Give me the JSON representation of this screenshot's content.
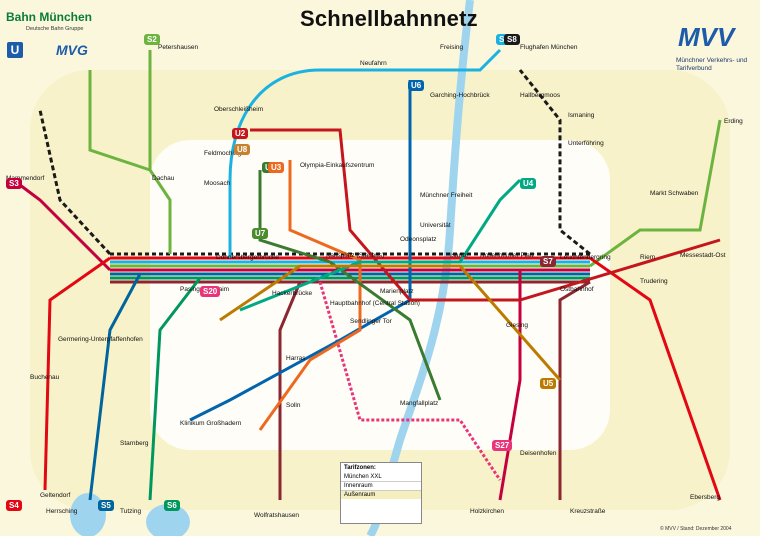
{
  "title": "Schnellbahnnetz",
  "brand": {
    "sbahn": "Bahn München",
    "sbahn_sub": "Deutsche Bahn Gruppe",
    "ubahn": "U",
    "mvg": "MVG",
    "mvv": "MVV",
    "mvv_sub": "Münchner Verkehrs- und Tarifverbund"
  },
  "legend": {
    "title": "Tarifzonen:",
    "muenchen": "München XXL",
    "inner": "Innenraum",
    "outer": "Außenraum"
  },
  "footer": "© MVV / Stand: Dezember 2004",
  "colors": {
    "S1": "#1bb2e1",
    "S2": "#6db33f",
    "S3": "#c5003e",
    "S4": "#e30613",
    "S5": "#00659c",
    "S6": "#00975e",
    "S7": "#8c2731",
    "S8": "#1a1a1a",
    "S20": "#e8357a",
    "S27": "#e8357a",
    "U1": "#3a7a31",
    "U2": "#c5161e",
    "U3": "#ed6920",
    "U4": "#00a984",
    "U5": "#bc7a00",
    "U6": "#0065ae",
    "U7": "#4a8c2e",
    "U8": "#c7812e"
  },
  "stations": [
    {
      "name": "Petershausen",
      "color": "#6db33f"
    },
    {
      "name": "Freising",
      "color": "#1bb2e1"
    },
    {
      "name": "Flughafen München",
      "color": "#1bb2e1"
    },
    {
      "name": "Hallbergmoos",
      "color": "#1a1a1a"
    },
    {
      "name": "Ismaning",
      "color": "#1a1a1a"
    },
    {
      "name": "Unterföhring",
      "color": "#1a1a1a"
    },
    {
      "name": "Erding",
      "color": "#6db33f"
    },
    {
      "name": "Markt Schwaben",
      "color": "#6db33f"
    },
    {
      "name": "Ebersberg",
      "color": "#e30613"
    },
    {
      "name": "Holzkirchen",
      "color": "#c5003e"
    },
    {
      "name": "Kreuzstraße",
      "color": "#c5003e"
    },
    {
      "name": "Tutzing",
      "color": "#00975e"
    },
    {
      "name": "Herrsching",
      "color": "#00659c"
    },
    {
      "name": "Geltendorf",
      "color": "#e30613"
    },
    {
      "name": "Mammendorf",
      "color": "#c5003e"
    },
    {
      "name": "Dachau",
      "color": "#6db33f"
    },
    {
      "name": "Garching-Hochbrück",
      "color": "#0065ae"
    },
    {
      "name": "Klinikum Großhadern",
      "color": "#0065ae"
    },
    {
      "name": "Mangfallplatz",
      "color": "#3a7a31"
    },
    {
      "name": "Olympia-Einkaufszentrum",
      "color": "#3a7a31"
    },
    {
      "name": "Messestadt-Ost",
      "color": "#c5161e"
    },
    {
      "name": "Hauptbahnhof (Central Station)",
      "color": "#111111"
    },
    {
      "name": "Marienplatz",
      "color": "#111111"
    },
    {
      "name": "Ostbahnhof",
      "color": "#111111"
    },
    {
      "name": "Pasing",
      "color": "#111111"
    },
    {
      "name": "Laim",
      "color": "#111111"
    },
    {
      "name": "Donnersbergerbrücke",
      "color": "#111111"
    },
    {
      "name": "Hackerbrücke",
      "color": "#111111"
    },
    {
      "name": "Karlsplatz (Stachus)",
      "color": "#111111"
    },
    {
      "name": "Isartor",
      "color": "#111111"
    },
    {
      "name": "Rosenheimer Platz",
      "color": "#111111"
    },
    {
      "name": "Münchner Freiheit",
      "color": "#0065ae"
    },
    {
      "name": "Universität",
      "color": "#0065ae"
    },
    {
      "name": "Odeonsplatz",
      "color": "#0065ae"
    },
    {
      "name": "Sendlinger Tor",
      "color": "#111111"
    },
    {
      "name": "Harras",
      "color": "#111111"
    },
    {
      "name": "Solln",
      "color": "#111111"
    },
    {
      "name": "Wolfratshausen",
      "color": "#8c2731"
    },
    {
      "name": "Leuchtenbergring",
      "color": "#111111"
    },
    {
      "name": "Riem",
      "color": "#111111"
    },
    {
      "name": "Trudering",
      "color": "#111111"
    },
    {
      "name": "Giesing",
      "color": "#111111"
    },
    {
      "name": "Moosach",
      "color": "#111111"
    },
    {
      "name": "Feldmoching",
      "color": "#111111"
    },
    {
      "name": "Oberschleißheim",
      "color": "#111111"
    },
    {
      "name": "Neufahrn",
      "color": "#1bb2e1"
    },
    {
      "name": "Buchenau",
      "color": "#111111"
    },
    {
      "name": "Germering-Unterpfaffenhofen",
      "color": "#111111"
    },
    {
      "name": "Starnberg",
      "color": "#00975e"
    },
    {
      "name": "Deisenhofen",
      "color": "#111111"
    }
  ],
  "badges": [
    "S1",
    "S2",
    "S3",
    "S4",
    "S5",
    "S6",
    "S7",
    "S8",
    "S20",
    "S27",
    "U1",
    "U2",
    "U3",
    "U4",
    "U5",
    "U6",
    "U7",
    "U8"
  ]
}
